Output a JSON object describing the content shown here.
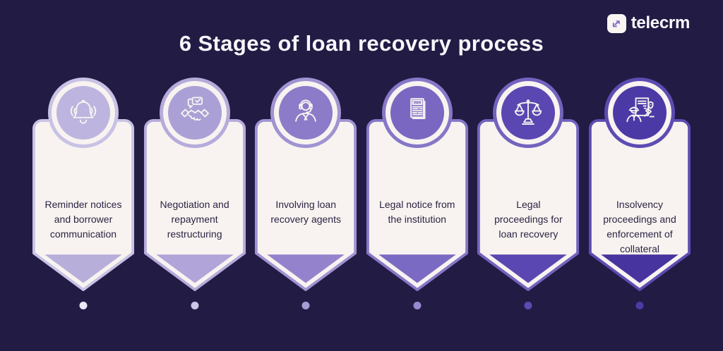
{
  "page": {
    "background": "#221b44"
  },
  "logo": {
    "text": "telecrm",
    "icon": "arrow-up-right-icon",
    "icon_bg": "#f8f5f3",
    "icon_arrow": "#7d71c6"
  },
  "title": "6 Stages of loan recovery process",
  "card": {
    "fill": "#f8f3f0",
    "text_color": "#2b2343"
  },
  "stages": [
    {
      "label": "Reminder notices and borrower communication",
      "icon": "bell-icon",
      "colors": {
        "ring": "#c8c2e5",
        "circle": "#bdb5df",
        "tri": "#b7aeda",
        "dot": "#eae7f6"
      }
    },
    {
      "label": "Negotiation and repayment restructuring",
      "icon": "handshake-icon",
      "colors": {
        "ring": "#b5abdb",
        "circle": "#aba0d6",
        "tri": "#b0a4d9",
        "dot": "#cdc6e9"
      }
    },
    {
      "label": "Involving loan recovery agents",
      "icon": "support-agent-icon",
      "colors": {
        "ring": "#a093d2",
        "circle": "#8b7bc8",
        "tri": "#9483cc",
        "dot": "#a89cd6"
      }
    },
    {
      "label": "Legal notice from the institution",
      "icon": "notice-document-icon",
      "colors": {
        "ring": "#8677c8",
        "circle": "#7967c1",
        "tri": "#7b6ac3",
        "dot": "#9788cf"
      }
    },
    {
      "label": "Legal proceedings for loan recovery",
      "icon": "justice-scales-icon",
      "colors": {
        "ring": "#7363be",
        "circle": "#5a47b1",
        "tri": "#5a47b1",
        "dot": "#5d49b4"
      }
    },
    {
      "label": "Insolvency proceedings and enforcement of collateral",
      "icon": "enforcement-officer-icon",
      "colors": {
        "ring": "#5d4cb2",
        "circle": "#4b3aa6",
        "tri": "#48349f",
        "dot": "#4d3aa8"
      }
    }
  ]
}
